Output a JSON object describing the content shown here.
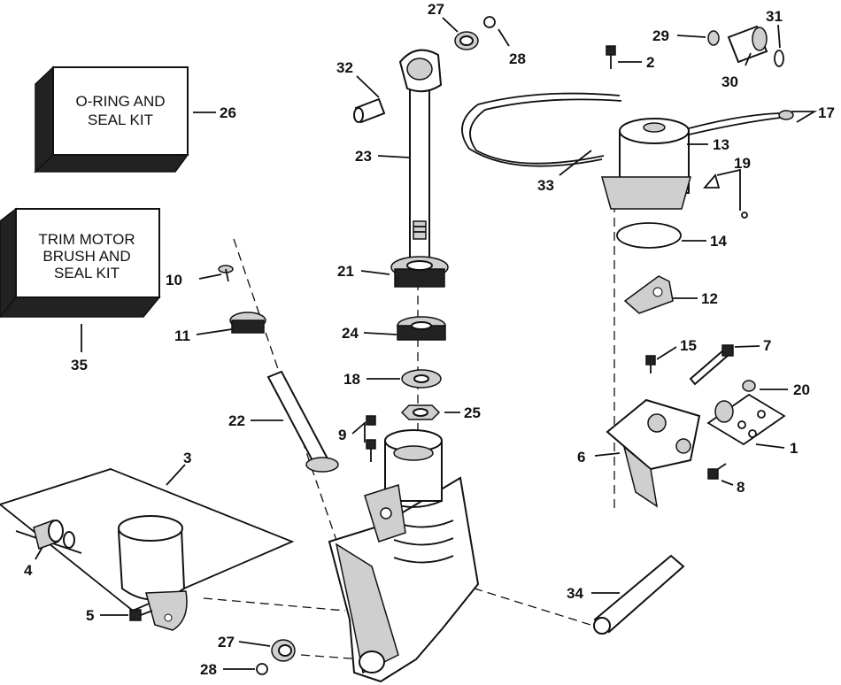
{
  "kits": [
    {
      "id": "26",
      "lines": [
        "O-RING AND",
        "SEAL KIT"
      ]
    },
    {
      "id": "35",
      "lines": [
        "TRIM MOTOR",
        "BRUSH AND",
        "SEAL KIT"
      ]
    }
  ],
  "callouts": [
    "1",
    "2",
    "3",
    "4",
    "5",
    "6",
    "7",
    "8",
    "9",
    "10",
    "11",
    "12",
    "13",
    "14",
    "15",
    "17",
    "18",
    "19",
    "20",
    "21",
    "22",
    "23",
    "24",
    "25",
    "26",
    "27",
    "27",
    "28",
    "28",
    "29",
    "30",
    "31",
    "32",
    "33",
    "34",
    "35"
  ]
}
